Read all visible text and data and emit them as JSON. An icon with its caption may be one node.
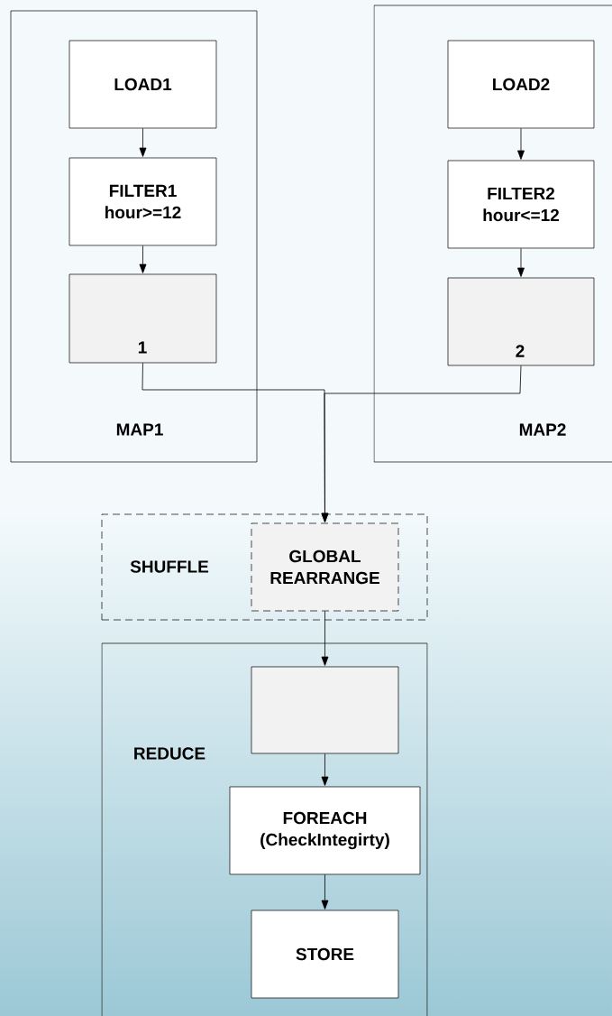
{
  "diagram": {
    "nodes": [
      {
        "text": [
          "MAP1"
        ]
      },
      {
        "text": [
          "LOAD1"
        ],
        "in": 0
      },
      {
        "text": [
          "FILTER1",
          "hour>=12"
        ],
        "in": 0
      },
      {
        "text": [
          "1"
        ],
        "in": 0
      },
      {
        "text": [
          "MAP2"
        ]
      },
      {
        "text": [
          "LOAD2"
        ],
        "in": 4
      },
      {
        "text": [
          "FILTER2",
          "hour<=12"
        ],
        "in": 4
      },
      {
        "text": [
          "2"
        ],
        "in": 4
      },
      {
        "text": [
          "SHUFFLE"
        ]
      },
      {
        "text": [
          "GLOBAL REARRANGE"
        ],
        "in": 8
      },
      {
        "text": [
          "REDUCE"
        ]
      },
      {
        "text": [],
        "shape": "box",
        "in": 10
      },
      {
        "text": [
          "FOREACH",
          "(CheckIntegirty)"
        ],
        "in": 10
      },
      {
        "text": [
          "STORE"
        ],
        "in": 10
      }
    ],
    "edges": [
      {
        "from": 1,
        "to": 2,
        "arrow": "to"
      },
      {
        "from": 2,
        "to": 3,
        "arrow": "to"
      },
      {
        "from": 5,
        "to": 6,
        "arrow": "to"
      },
      {
        "from": 6,
        "to": 7,
        "arrow": "to"
      },
      {
        "from": 3,
        "to": 9,
        "arrow": "to"
      },
      {
        "from": 7,
        "to": 9,
        "arrow": "to"
      },
      {
        "from": 9,
        "to": 11,
        "arrow": "to"
      },
      {
        "from": 11,
        "to": 12,
        "arrow": "to"
      },
      {
        "from": 12,
        "to": 13,
        "arrow": "to"
      }
    ]
  }
}
